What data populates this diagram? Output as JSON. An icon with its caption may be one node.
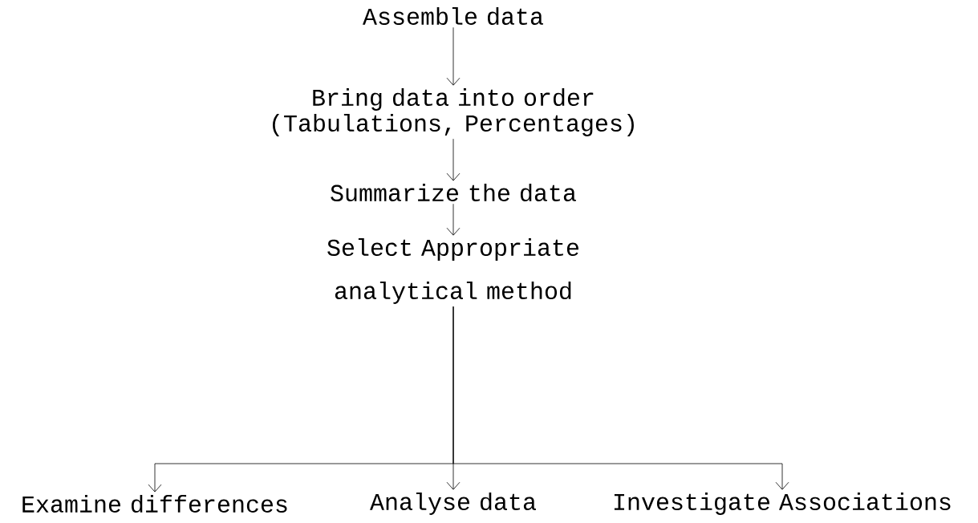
{
  "diagram": {
    "nodes": [
      {
        "text": [
          "Assemble data"
        ]
      },
      {
        "text": [
          "Bring data into order (Tabulations, Percentages)"
        ]
      },
      {
        "text": [
          "Summarize the data"
        ]
      },
      {
        "text": [
          "Select Appropriate analytical method"
        ]
      },
      {
        "text": [
          "Examine differences"
        ]
      },
      {
        "text": [
          "Analyse data"
        ]
      },
      {
        "text": [
          "Investigate Associations"
        ]
      }
    ],
    "edges": [
      {
        "from": 0,
        "to": 1,
        "arrow": "to"
      },
      {
        "from": 1,
        "to": 2,
        "arrow": "to"
      },
      {
        "from": 2,
        "to": 3,
        "arrow": "to"
      },
      {
        "from": 3,
        "to": 4,
        "arrow": "to"
      },
      {
        "from": 3,
        "to": 5,
        "arrow": "to"
      },
      {
        "from": 3,
        "to": 6,
        "arrow": "to"
      }
    ]
  }
}
